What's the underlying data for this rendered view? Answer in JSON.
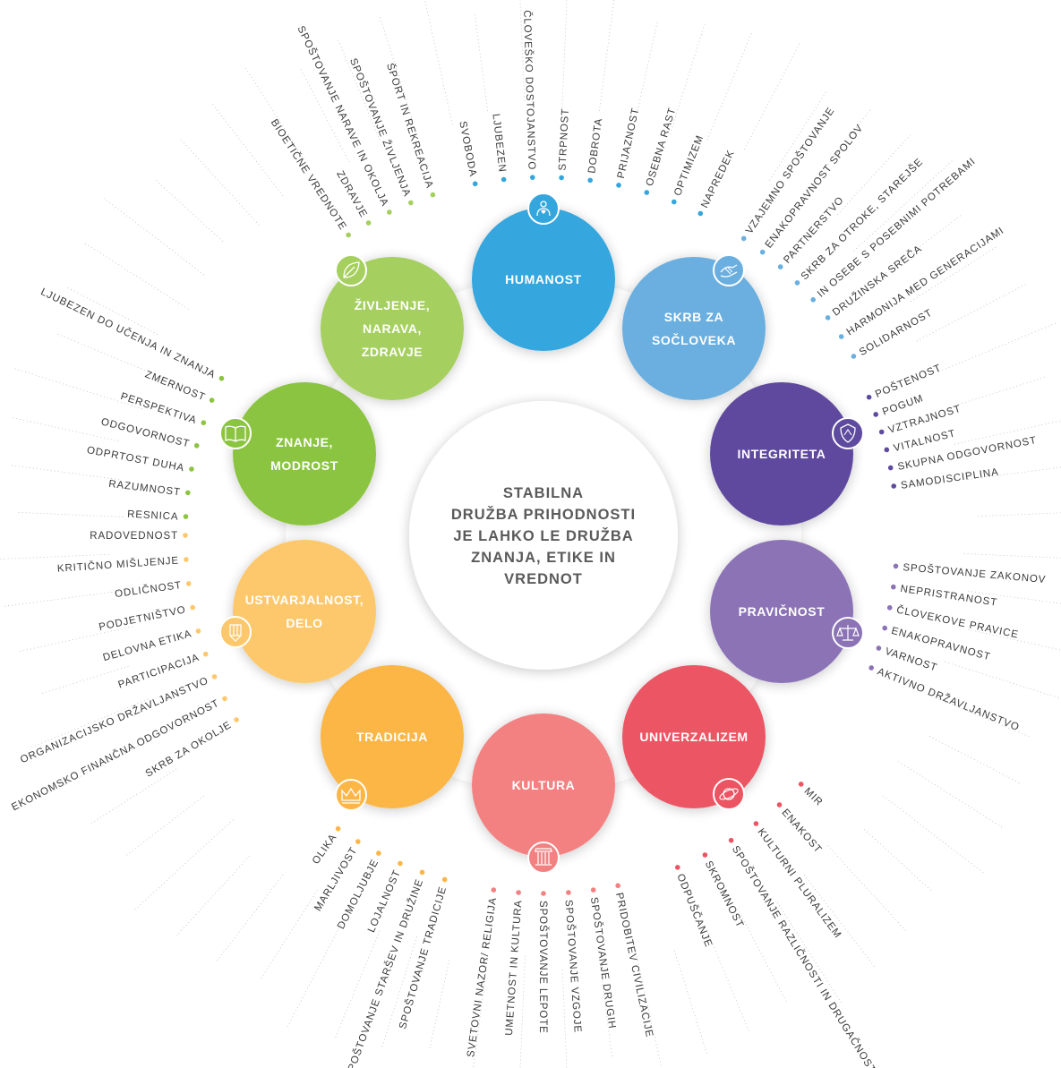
{
  "center": {
    "lines": [
      "STABILNA",
      "DRUŽBA PRIHODNOSTI",
      "JE LAHKO LE DRUŽBA",
      "ZNANJA, ETIKE IN",
      "VREDNOT"
    ]
  },
  "categories": [
    {
      "id": "humanost",
      "lines": [
        "HUMANOST"
      ],
      "color": "#34a6de",
      "icon": "heart-person-icon",
      "items": [
        "SVOBODA",
        "LJUBEZEN",
        "ČLOVEŠKO DOSTOJANSTVO",
        "STRPNOST",
        "DOBROTA",
        "PRIJAZNOST",
        "OSEBNA RAST",
        "OPTIMIZEM",
        "NAPREDEK"
      ]
    },
    {
      "id": "skrb-za-socloveka",
      "lines": [
        "SKRB ZA",
        "SOČLOVEKA"
      ],
      "color": "#6aafe0",
      "icon": "helping-hands-icon",
      "items": [
        "VZAJEMNO SPOŠTOVANJE",
        "ENAKOPRAVNOST SPOLOV",
        "PARTNERSTVO",
        "SKRB ZA OTROKE, STAREJŠE",
        "IN OSEBE S POSEBNIMI POTREBAMI",
        "DRUŽINSKA SREČA",
        "HARMONIJA MED GENERACIJAMI",
        "SOLIDARNOST"
      ]
    },
    {
      "id": "integriteta",
      "lines": [
        "INTEGRITETA"
      ],
      "color": "#5e4a9e",
      "icon": "shield-icon",
      "items": [
        "POŠTENOST",
        "POGUM",
        "VZTRAJNOST",
        "VITALNOST",
        "SKUPNA ODGOVORNOST",
        "SAMODISCIPLINA"
      ]
    },
    {
      "id": "pravicnost",
      "lines": [
        "PRAVIČNOST"
      ],
      "color": "#8b73b6",
      "icon": "scales-icon",
      "items": [
        "SPOŠTOVANJE ZAKONOV",
        "NEPRISTRANOST",
        "ČLOVEKOVE PRAVICE",
        "ENAKOPRAVNOST",
        "VARNOST",
        "AKTIVNO DRŽAVLJANSTVO"
      ]
    },
    {
      "id": "univerzalizem",
      "lines": [
        "UNIVERZALIZEM"
      ],
      "color": "#ec5463",
      "icon": "planet-icon",
      "items": [
        "MIR",
        "ENAKOST",
        "KULTURNI PLURALIZEM",
        "SPOŠTOVANJE RAZLIČNOSTI IN DRUGAČNOSTI",
        "SKROMNOST",
        "ODPUŠČANJE"
      ]
    },
    {
      "id": "kultura",
      "lines": [
        "KULTURA"
      ],
      "color": "#f38182",
      "icon": "column-icon",
      "items": [
        "SVETOVNI NAZOR/ RELIGIJA",
        "UMETNOST IN KULTURA",
        "SPOŠTOVANJE LEPOTE",
        "SPOŠTOVANJE VZGOJE",
        "SPOŠTOVANJE DRUGIH",
        "PRIDOBITEV CIVILIZACIJE"
      ]
    },
    {
      "id": "tradicija",
      "lines": [
        "TRADICIJA"
      ],
      "color": "#fbb645",
      "icon": "crown-icon",
      "items": [
        "OLIKA",
        "MARLJIVOST",
        "DOMOLJUBJE",
        "LOJALNOST",
        "SPOŠTOVANJE STARŠEV IN DRUŽINE",
        "SPOŠTOVANJE TRADICIJE"
      ]
    },
    {
      "id": "ustvarjalnost-delo",
      "lines": [
        "USTVARJALNOST,",
        "DELO"
      ],
      "color": "#fdc86c",
      "icon": "pencil-icon",
      "items": [
        "RADOVEDNOST",
        "KRITIČNO MIŠLJENJE",
        "ODLIČNOST",
        "PODJETNIŠTVO",
        "DELOVNA ETIKA",
        "PARTICIPACIJA",
        "ORGANIZACIJSKO DRŽAVLJANSTVO",
        "EKONOMSKO FINANČNA ODGOVORNOST",
        "SKRB ZA OKOLJE"
      ]
    },
    {
      "id": "znanje-modrost",
      "lines": [
        "ZNANJE,",
        "MODROST"
      ],
      "color": "#8bc43f",
      "icon": "book-icon",
      "items": [
        "LJUBEZEN DO UČENJA IN ZNANJA",
        "ZMERNOST",
        "PERSPEKTIVA",
        "ODGOVORNOST",
        "ODPRTOST DUHA",
        "RAZUMNOST",
        "RESNICA"
      ]
    },
    {
      "id": "zivljenje-narava-zdravje",
      "lines": [
        "ŽIVLJENJE,",
        "NARAVA,",
        "ZDRAVJE"
      ],
      "color": "#a5cf5e",
      "icon": "leaf-icon",
      "items": [
        "BIOETIČNE VREDNOTE",
        "ZDRAVJE",
        "SPOŠTOVANJE NARAVE IN OKOLJA",
        "SPOŠTOVANJE ŽIVLJENJA",
        "ŠPORT IN REKREACIJA"
      ]
    }
  ]
}
